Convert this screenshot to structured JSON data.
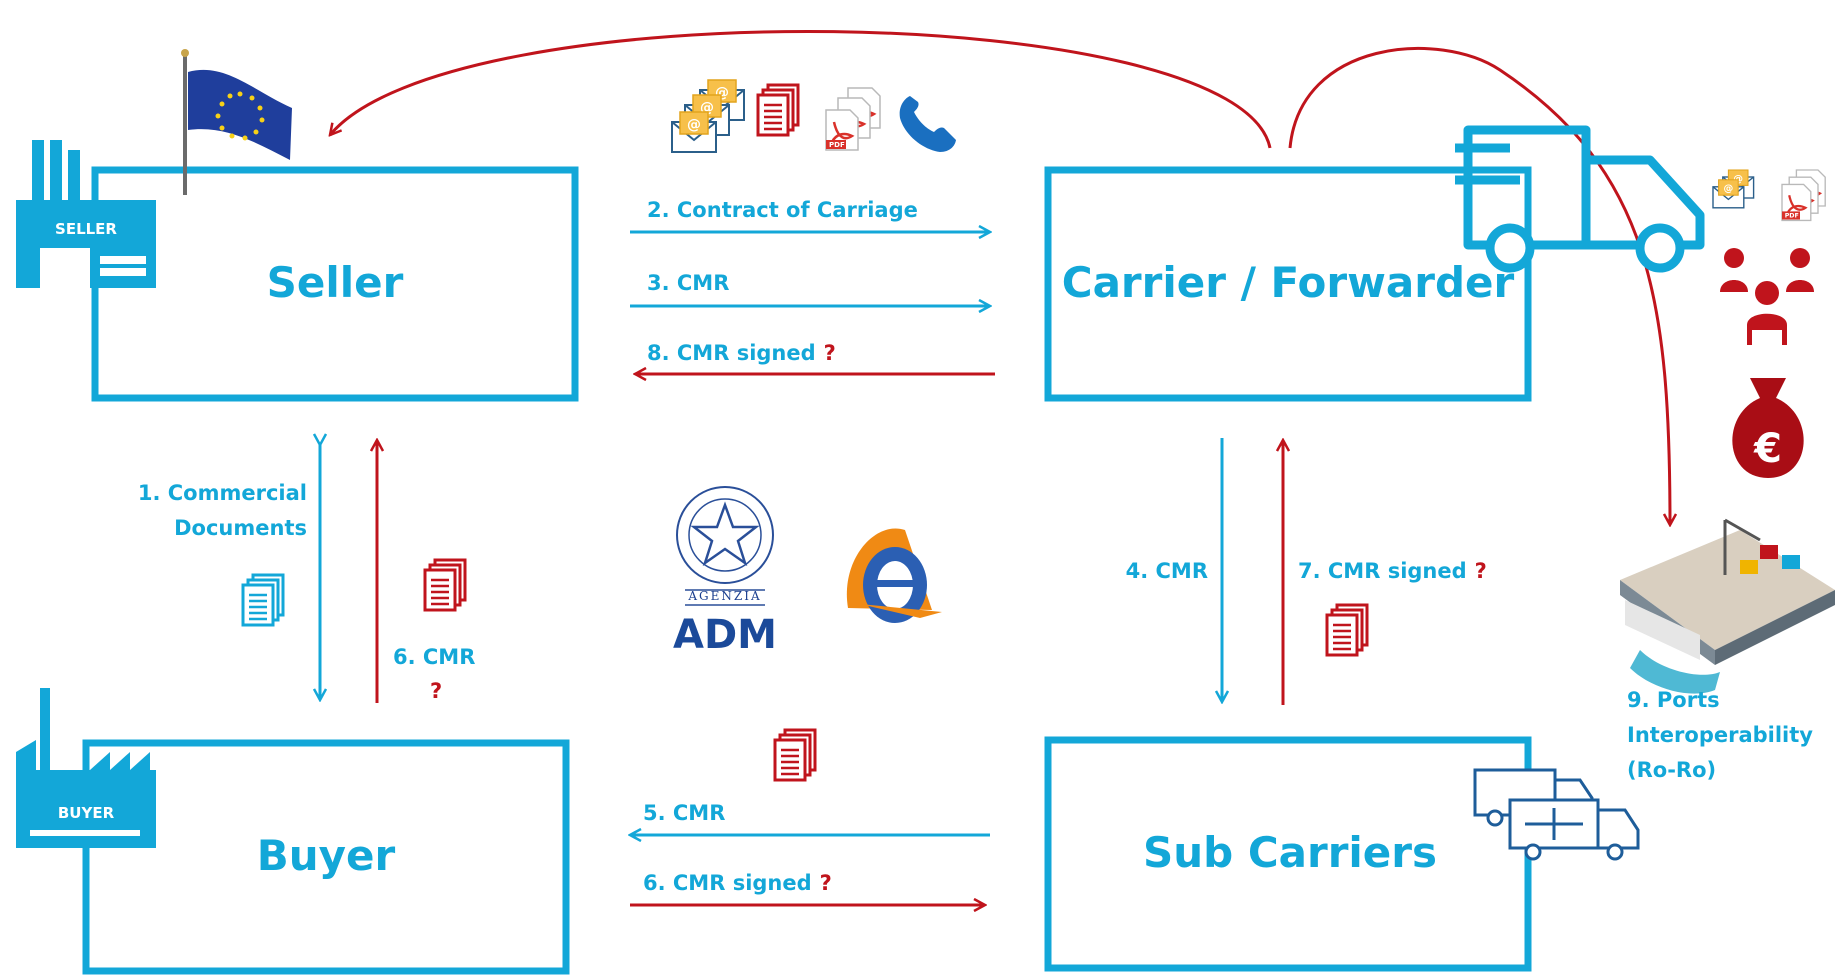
{
  "entities": {
    "seller": "Seller",
    "carrier": "Carrier / Forwarder",
    "buyer": "Buyer",
    "sub_carriers": "Sub Carriers"
  },
  "factories": {
    "seller_sign": "SELLER",
    "buyer_sign": "BUYER"
  },
  "flows": {
    "f2": "2. Contract of Carriage",
    "f3": "3. CMR",
    "f8": "8. CMR signed",
    "f1_line1": "1. Commercial",
    "f1_line2": "Documents",
    "f6_cmr": "6. CMR",
    "f4": "4. CMR",
    "f7": "7. CMR signed",
    "f5": "5. CMR",
    "f6_signed": "6. CMR signed",
    "f9_line1": "9. Ports",
    "f9_line2": "Interoperability",
    "f9_line3": "(Ro-Ro)",
    "question_mark": "?"
  },
  "authority": {
    "agency_small": "AGENZIA",
    "agency_big": "ADM"
  },
  "icons": [
    "eu-flag-icon",
    "email-icon",
    "document-stack-icon",
    "pdf-icon",
    "phone-icon",
    "truck-icon",
    "seller-factory-icon",
    "buyer-factory-icon",
    "adm-emblem-icon",
    "agenzia-entrate-logo-icon",
    "people-icon",
    "money-bag-icon",
    "port-icon",
    "sub-carrier-trucks-icon"
  ],
  "colors": {
    "blue": "#13a7d8",
    "red": "#c0141c",
    "navy": "#1b3f8f"
  }
}
